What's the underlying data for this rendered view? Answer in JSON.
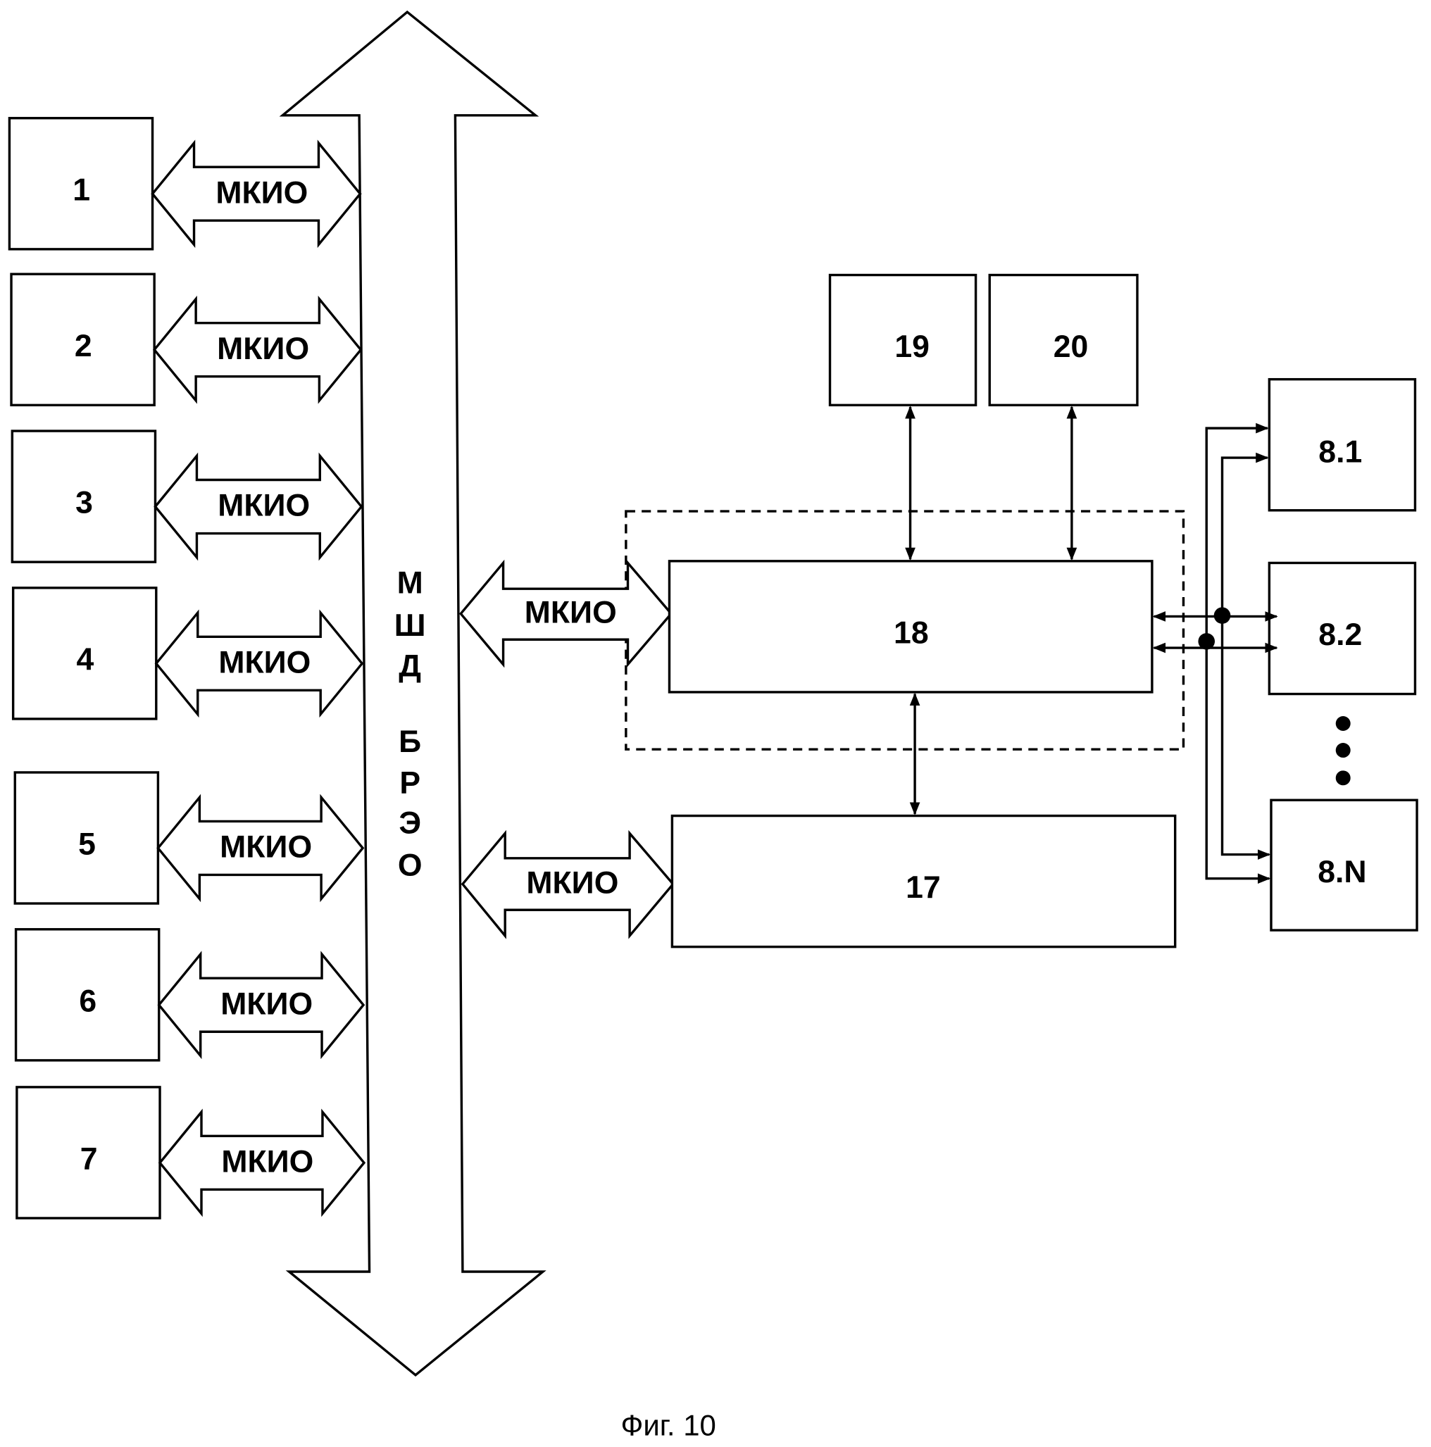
{
  "figure": {
    "caption": "Фиг. 10",
    "bus_label_letters": [
      "М",
      "Ш",
      "Д",
      "Б",
      "Р",
      "Э",
      "О"
    ],
    "bus_label": "МШД БРЭО",
    "interface_label": "МКИО",
    "left_blocks": [
      {
        "id": "1",
        "label": "1",
        "link": "МКИО"
      },
      {
        "id": "2",
        "label": "2",
        "link": "МКИО"
      },
      {
        "id": "3",
        "label": "3",
        "link": "МКИО"
      },
      {
        "id": "4",
        "label": "4",
        "link": "МКИО"
      },
      {
        "id": "5",
        "label": "5",
        "link": "МКИО"
      },
      {
        "id": "6",
        "label": "6",
        "link": "МКИО"
      },
      {
        "id": "7",
        "label": "7",
        "link": "МКИО"
      }
    ],
    "blocks": {
      "b18": "18",
      "b17": "17",
      "b19": "19",
      "b20": "20",
      "b81": "8.1",
      "b82": "8.2",
      "b8n": "8.N"
    },
    "bus_links": {
      "to18": "МКИО",
      "to17": "МКИО"
    },
    "ellipsis": "•••"
  }
}
